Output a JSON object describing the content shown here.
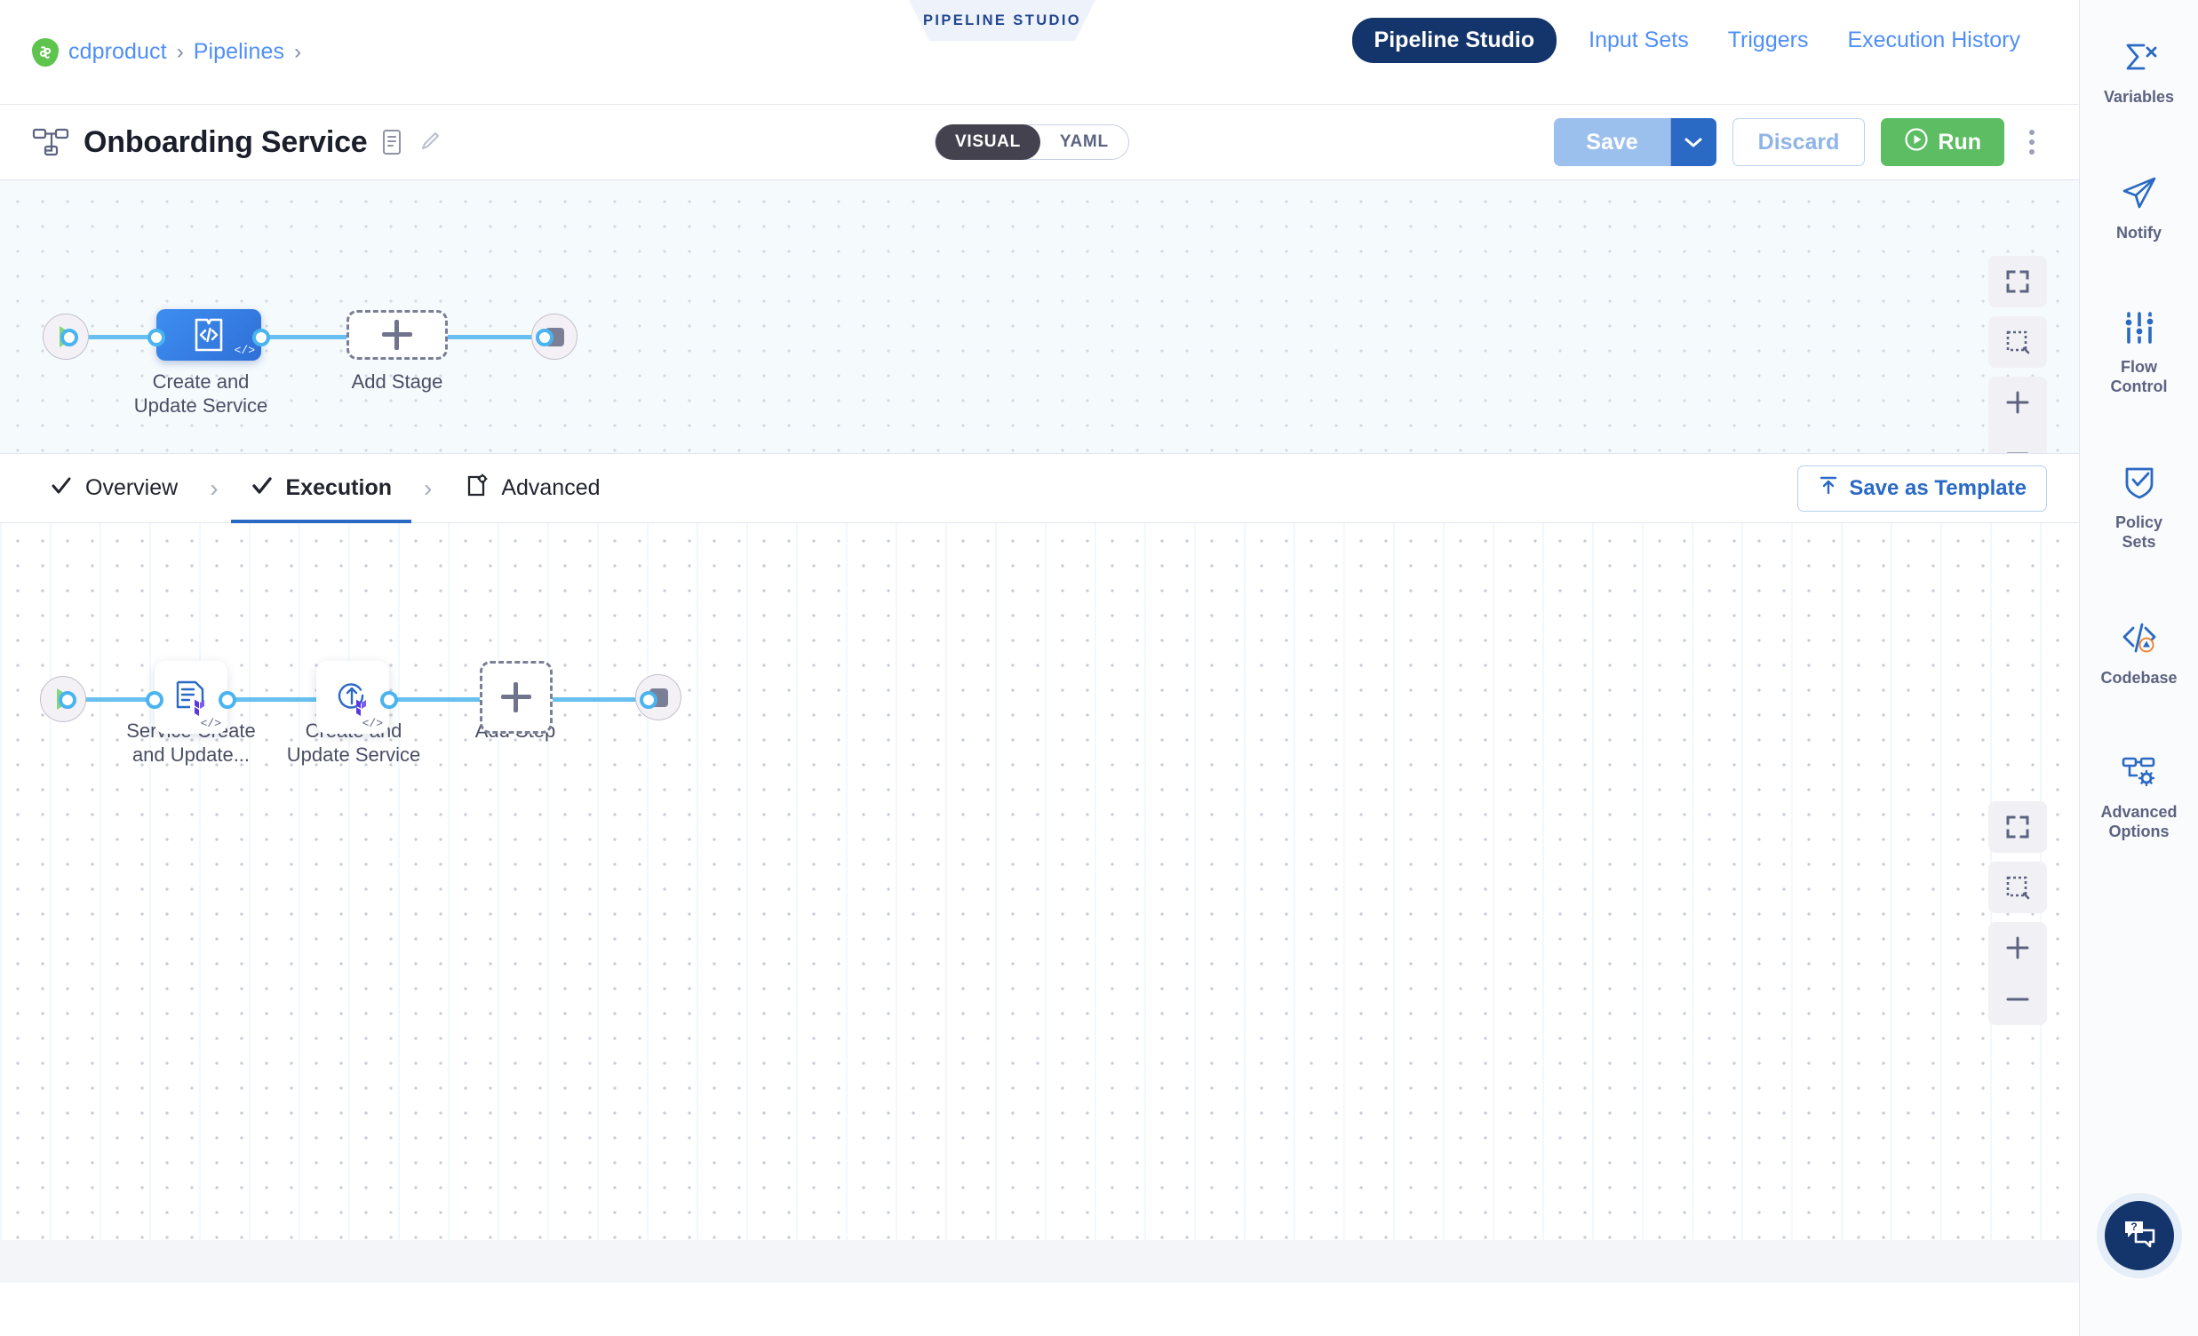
{
  "breadcrumb": {
    "items": [
      "cdproduct",
      "Pipelines"
    ],
    "separator": "›",
    "logo_icon": "harness-logo-icon"
  },
  "studio_tag": {
    "label": "PIPELINE STUDIO"
  },
  "nav": {
    "tabs": [
      {
        "label": "Pipeline Studio",
        "active": true
      },
      {
        "label": "Input Sets",
        "active": false
      },
      {
        "label": "Triggers",
        "active": false
      },
      {
        "label": "Execution History",
        "active": false
      }
    ]
  },
  "title_bar": {
    "icon": "pipeline-tree-icon",
    "title": "Onboarding Service",
    "description_icon": "description-icon",
    "edit_icon": "pencil-edit-icon",
    "mode_toggle": {
      "options": [
        "VISUAL",
        "YAML"
      ],
      "selected": "VISUAL"
    },
    "save_label": "Save",
    "save_caret_icon": "chevron-down-icon",
    "discard_label": "Discard",
    "run_label": "Run",
    "run_icon": "play-circle-icon",
    "more_icon": "kebab-menu-icon"
  },
  "colors": {
    "accent_blue": "#2a69c4",
    "nav_active": "#13356b",
    "run_green": "#5dbd63",
    "save_disabled": "#9cc0ee",
    "edge_blue": "#49b4ef",
    "stage_blue": "#3d8ef0",
    "terraform_purple": "#5c39dd",
    "warning_orange": "#e8883a"
  },
  "stage_graph": {
    "start_node": {
      "name": "start-node",
      "icon": "play-icon"
    },
    "end_node": {
      "name": "end-node",
      "icon": "stop-icon"
    },
    "stages": [
      {
        "label": "Create and\nUpdate Service",
        "line1": "Create and",
        "line2": "Update Service",
        "icon": "custom-stage-icon",
        "badge": "</>",
        "selected": true
      }
    ],
    "add_stage": {
      "label": "Add Stage",
      "icon": "plus-icon"
    }
  },
  "step_graph": {
    "start_node": {
      "name": "start-node",
      "icon": "play-icon"
    },
    "end_node": {
      "name": "end-node",
      "icon": "stop-icon"
    },
    "steps": [
      {
        "line1": "Service Create",
        "line2": "and Update...",
        "icon": "terraform-plan-icon",
        "badge": "</>"
      },
      {
        "line1": "Create and",
        "line2": "Update Service",
        "icon": "terraform-apply-icon",
        "badge": "</>"
      }
    ],
    "add_step": {
      "label": "Add Step",
      "icon": "plus-icon"
    }
  },
  "canvas_controls": {
    "fit_icon": "fit-to-screen-icon",
    "select_icon": "selection-box-icon",
    "zoom_in_icon": "zoom-in-icon",
    "zoom_out_icon": "zoom-out-icon"
  },
  "stage_tabs": {
    "items": [
      {
        "label": "Overview",
        "icon": "check-icon",
        "active": false
      },
      {
        "label": "Execution",
        "icon": "check-icon",
        "active": true
      },
      {
        "label": "Advanced",
        "icon": "advanced-gear-icon",
        "active": false
      }
    ],
    "separator": "›",
    "save_as_template": {
      "label": "Save as Template",
      "icon": "template-upload-icon"
    }
  },
  "right_rail": {
    "items": [
      {
        "label": "Variables",
        "icon": "sigma-variables-icon"
      },
      {
        "label": "Notify",
        "icon": "paper-plane-icon"
      },
      {
        "label": "Flow\nControl",
        "line1": "Flow",
        "line2": "Control",
        "icon": "sliders-icon"
      },
      {
        "label": "Policy\nSets",
        "line1": "Policy",
        "line2": "Sets",
        "icon": "shield-check-icon"
      },
      {
        "label": "Codebase",
        "icon": "codebase-icon",
        "has_warning": true
      },
      {
        "label": "Advanced\nOptions",
        "line1": "Advanced",
        "line2": "Options",
        "icon": "advanced-options-icon"
      }
    ],
    "help_fab": {
      "icon": "help-chat-icon"
    }
  }
}
